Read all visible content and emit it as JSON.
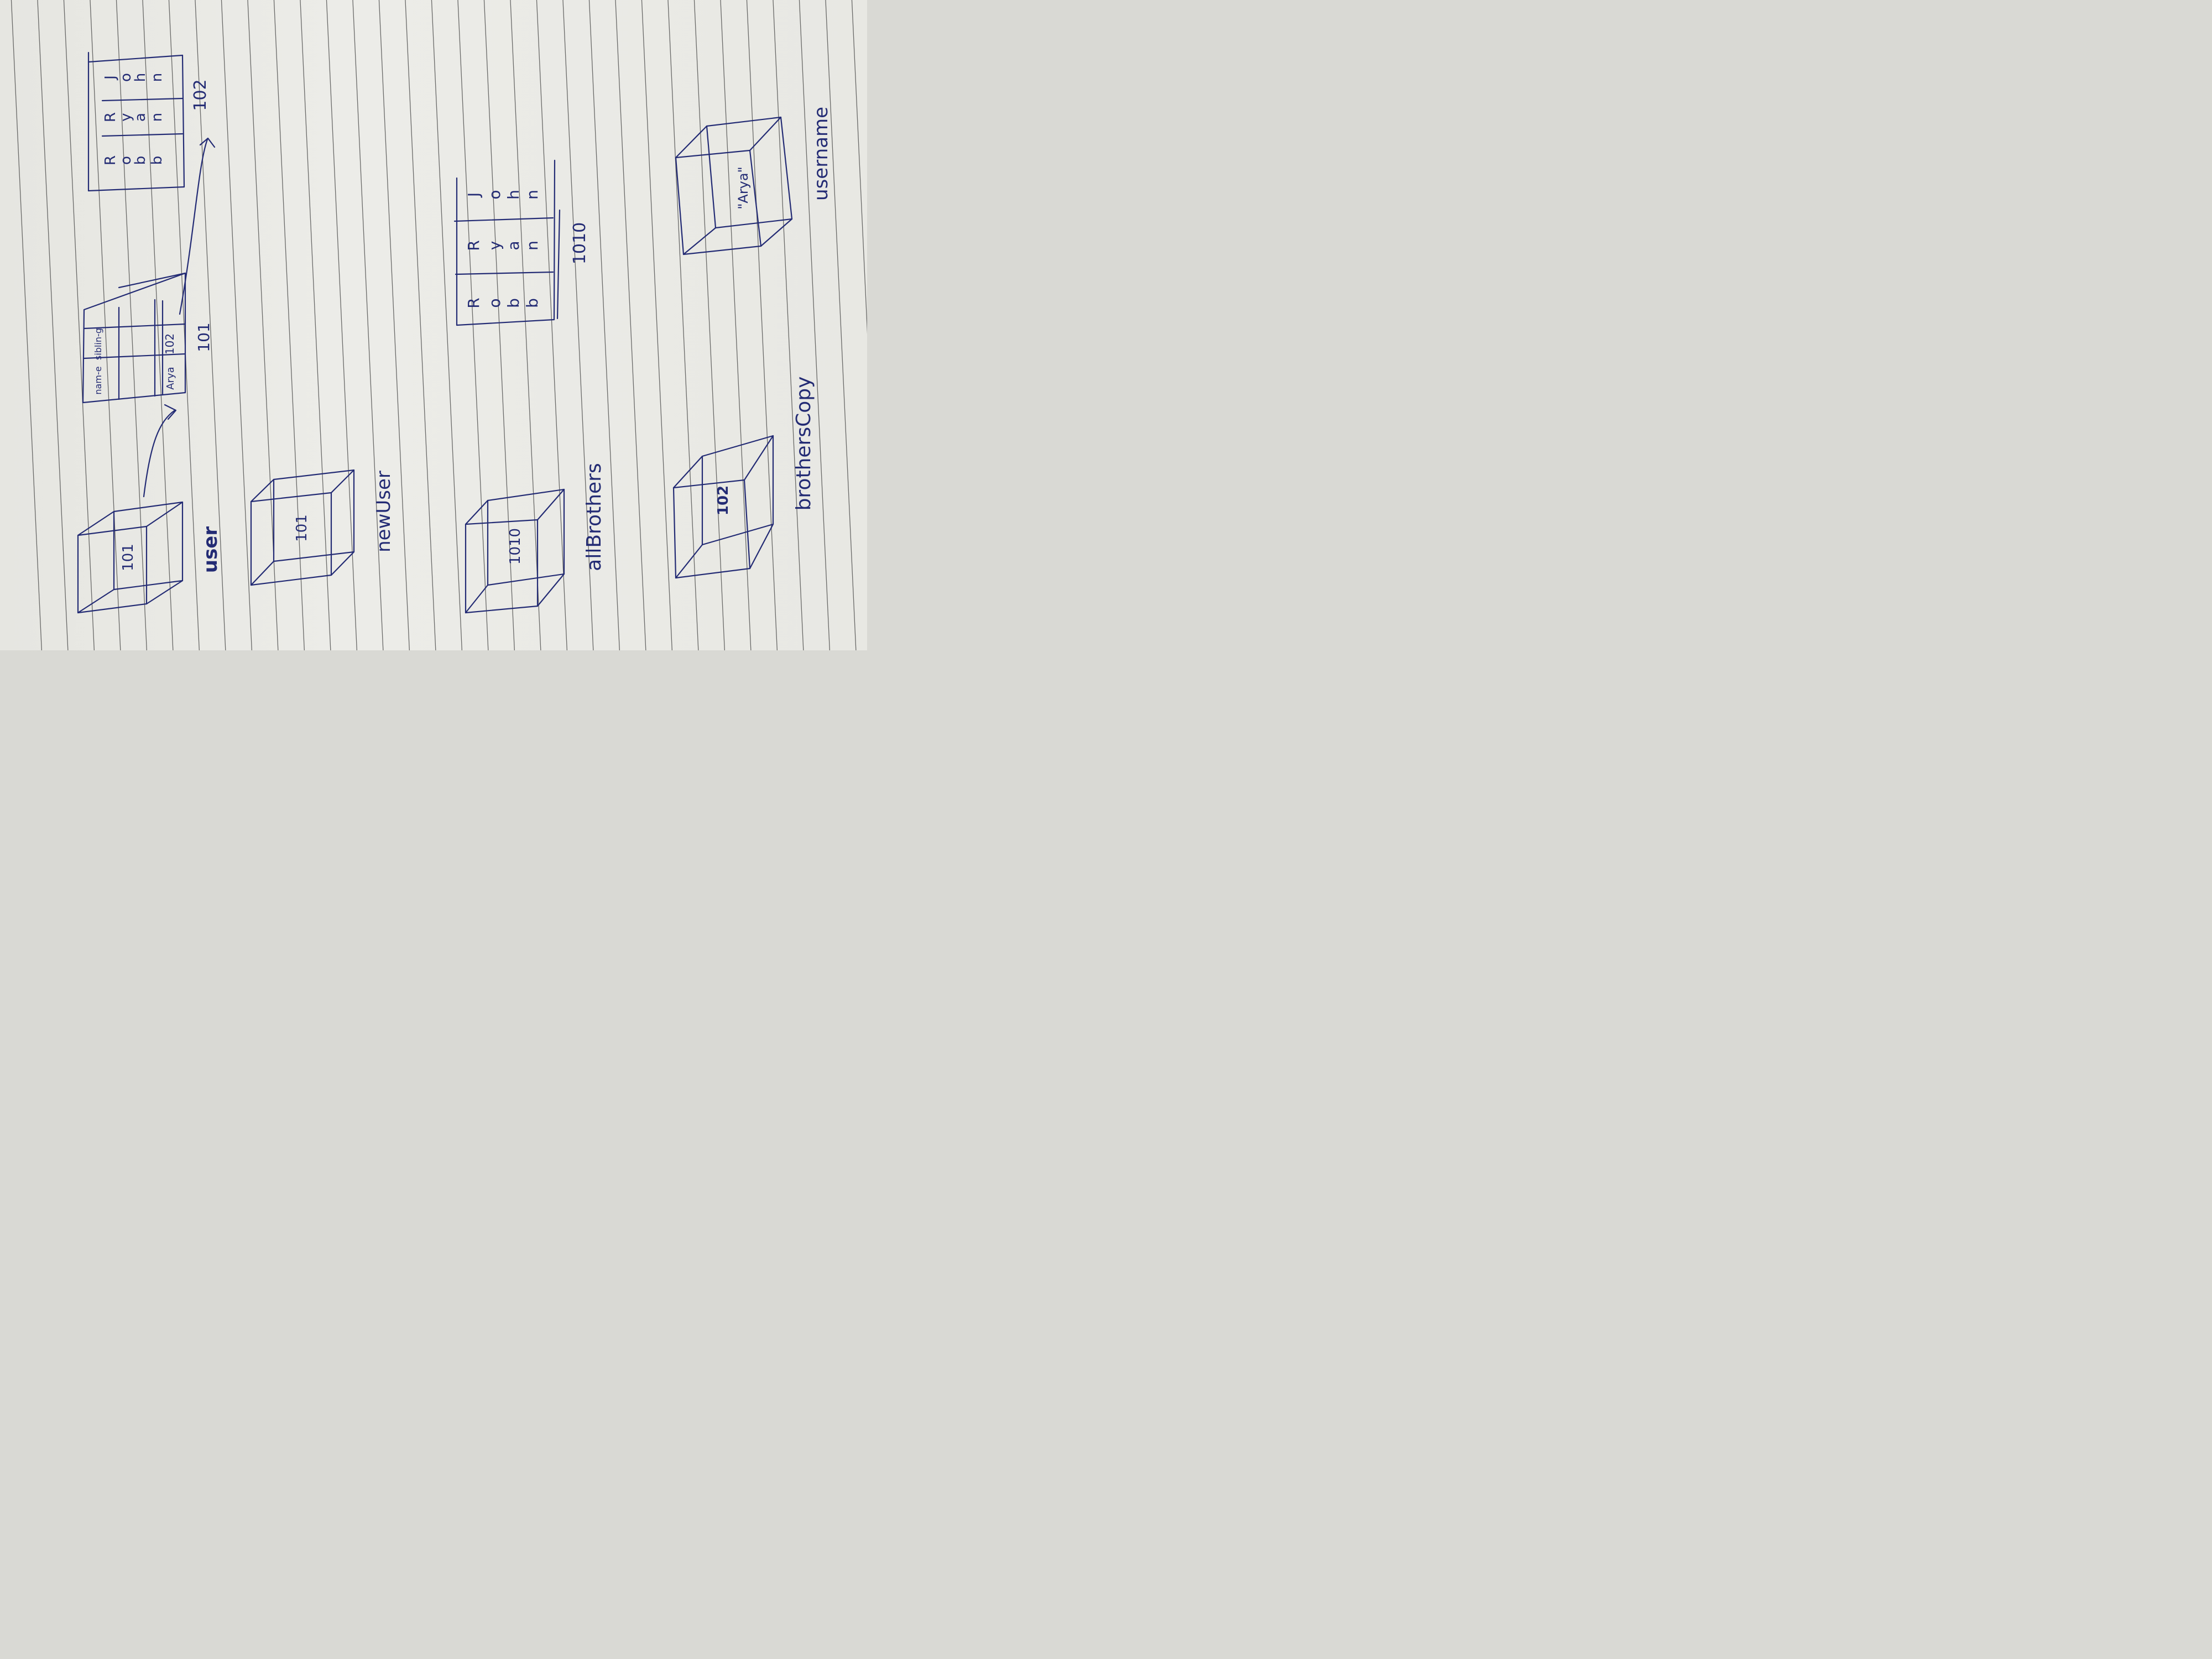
{
  "colors": {
    "paper": "#e9e9e4",
    "ruling": "#3c3c3c",
    "ink": "#232b74"
  },
  "boxes": {
    "user": {
      "label": "user",
      "value": "101"
    },
    "newUser": {
      "label": "newUser",
      "value": "101"
    },
    "allBrothers": {
      "label": "allBrothers",
      "value": "1010"
    },
    "brothersCopy": {
      "label": "brothersCopy",
      "value": "102"
    },
    "username": {
      "label": "username",
      "value": "\"Arya\""
    }
  },
  "object_101": {
    "address": "101",
    "headers": [
      "nam-e",
      "siblin-g"
    ],
    "values": [
      "Arya",
      "102"
    ]
  },
  "array_102": {
    "address": "102",
    "columns": [
      [
        "R",
        "o",
        "b",
        "b"
      ],
      [
        "R",
        "y",
        "a",
        "n"
      ],
      [
        "J",
        "o",
        "h",
        "n"
      ]
    ]
  },
  "array_1010": {
    "address": "1010",
    "columns": [
      [
        "R",
        "o",
        "b",
        "b"
      ],
      [
        "R",
        "y",
        "a",
        "n"
      ],
      [
        "J",
        "o",
        "h",
        "n"
      ]
    ]
  }
}
